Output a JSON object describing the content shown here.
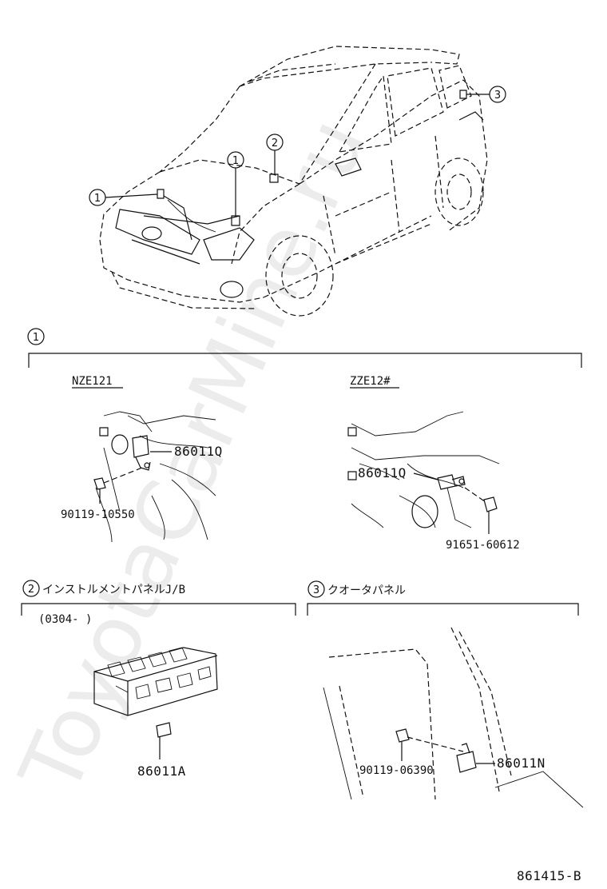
{
  "watermark": "ToyotaCarMine.ru",
  "overview": {
    "callouts": [
      "1",
      "2",
      "1",
      "3"
    ]
  },
  "section1": {
    "number": "1",
    "left": {
      "model": "NZE121",
      "part_sensor": "86011Q",
      "part_bolt": "90119-10550"
    },
    "right": {
      "model": "ZZE12#",
      "part_sensor": "86011Q",
      "part_bolt": "91651-60612"
    }
  },
  "section2": {
    "number": "2",
    "title": "インストルメントパネルJ/B",
    "date_range": "(0304-        )",
    "part_relay": "86011A"
  },
  "section3": {
    "number": "3",
    "title": "クオータパネル",
    "part_bolt": "90119-06390",
    "part_sensor": "86011N"
  },
  "diagram_code": "861415-B"
}
